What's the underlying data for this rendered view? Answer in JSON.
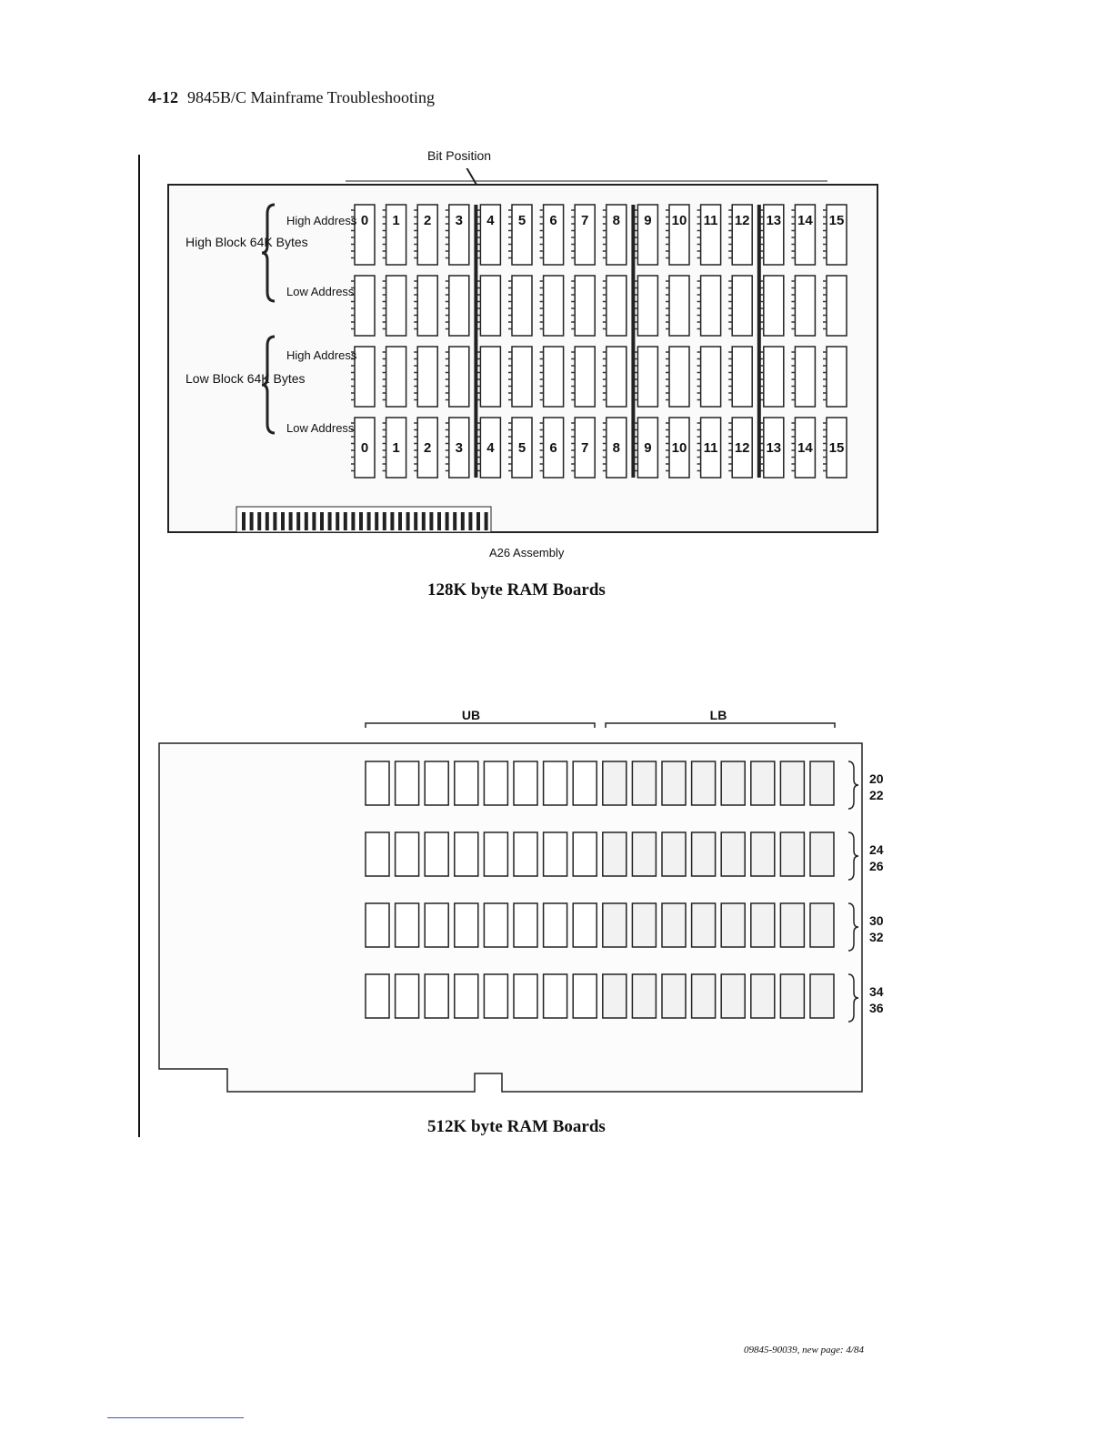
{
  "header": {
    "page_number": "4-12",
    "title": "9845B/C Mainframe Troubleshooting"
  },
  "figure1": {
    "bit_position_label": "Bit Position",
    "left_labels": [
      "High Block 64K Bytes",
      "Low Block 64K Bytes"
    ],
    "address_labels": [
      "High Address",
      "Low Address",
      "High Address",
      "Low Address"
    ],
    "bit_numbers": [
      "0",
      "1",
      "2",
      "3",
      "4",
      "5",
      "6",
      "7",
      "8",
      "9",
      "10",
      "11",
      "12",
      "13",
      "14",
      "15"
    ],
    "assembly_label": "A26 Assembly",
    "caption": "128K byte RAM Boards"
  },
  "figure2": {
    "ub_label": "UB",
    "lb_label": "LB",
    "row_labels": [
      [
        "20",
        "22"
      ],
      [
        "24",
        "26"
      ],
      [
        "30",
        "32"
      ],
      [
        "34",
        "36"
      ]
    ],
    "caption": "512K byte RAM Boards"
  },
  "footer": {
    "doc_number": "09845-90039, new page: 4/84"
  }
}
